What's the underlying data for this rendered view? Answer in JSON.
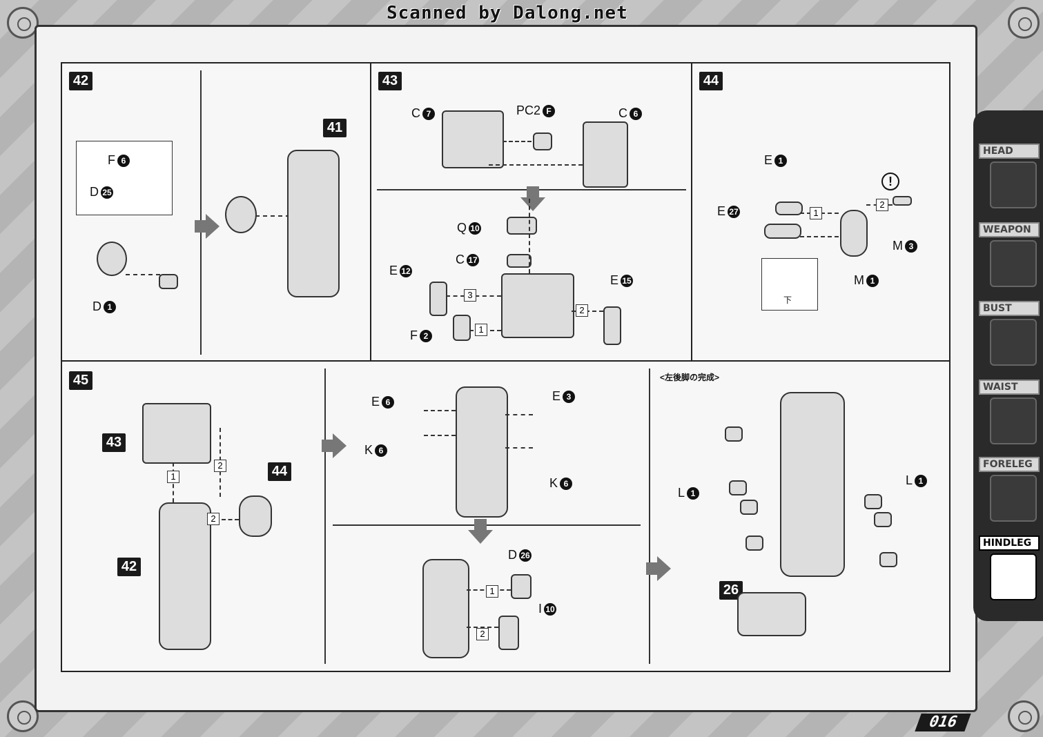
{
  "header": {
    "text": "Scanned by Dalong.net"
  },
  "steps": {
    "s42": {
      "num": "42",
      "ref": "41",
      "callouts": {
        "f": "F",
        "f_n": "6",
        "d1": "D",
        "d1_n": "25",
        "d2": "D",
        "d2_n": "1"
      }
    },
    "s43": {
      "num": "43",
      "callouts": {
        "c7": "C",
        "c7_n": "7",
        "pc2": "PC2",
        "pc2_n": "F",
        "c6": "C",
        "c6_n": "6",
        "q": "Q",
        "q_n": "10",
        "c17": "C",
        "c17_n": "17",
        "e12": "E",
        "e12_n": "12",
        "e15": "E",
        "e15_n": "15",
        "f2": "F",
        "f2_n": "2"
      },
      "substeps": {
        "a": "3",
        "b": "2",
        "c": "1"
      }
    },
    "s44": {
      "num": "44",
      "callouts": {
        "e1": "E",
        "e1_n": "1",
        "e27": "E",
        "e27_n": "27",
        "m3": "M",
        "m3_n": "3",
        "m1": "M",
        "m1_n": "1"
      },
      "substeps": {
        "a": "1",
        "b": "2"
      },
      "warn": "!",
      "inset_text": "下"
    },
    "s45": {
      "num": "45",
      "ref43": "43",
      "ref44": "44",
      "ref42": "42",
      "substeps": {
        "a": "1",
        "b": "2",
        "c": "2"
      },
      "callouts": {
        "e6": "E",
        "e6_n": "6",
        "e3": "E",
        "e3_n": "3",
        "k6a": "K",
        "k6a_n": "6",
        "k6b": "K",
        "k6b_n": "6",
        "d26": "D",
        "d26_n": "26",
        "i10": "I",
        "i10_n": "10"
      },
      "substeps2": {
        "a": "1",
        "b": "2"
      },
      "completion_title": "<左後脚の完成>",
      "l1a": "L",
      "l1a_n": "1",
      "l1b": "L",
      "l1b_n": "1",
      "ref26": "26"
    }
  },
  "sidebar": {
    "tabs": [
      "HEAD",
      "WEAPON",
      "BUST",
      "WAIST",
      "FORELEG",
      "HINDLEG"
    ],
    "active": "HINDLEG"
  },
  "page_number": "016"
}
